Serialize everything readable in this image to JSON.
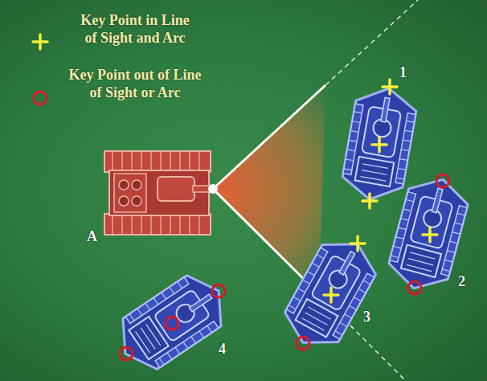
{
  "diagram": {
    "labels": [
      "1",
      "2",
      "3",
      "4",
      "A"
    ],
    "legend": [
      {
        "text": "Key Point in Line of Sight and Arc"
      },
      {
        "text": "Key Point out of Line of Sight or Arc"
      }
    ]
  }
}
